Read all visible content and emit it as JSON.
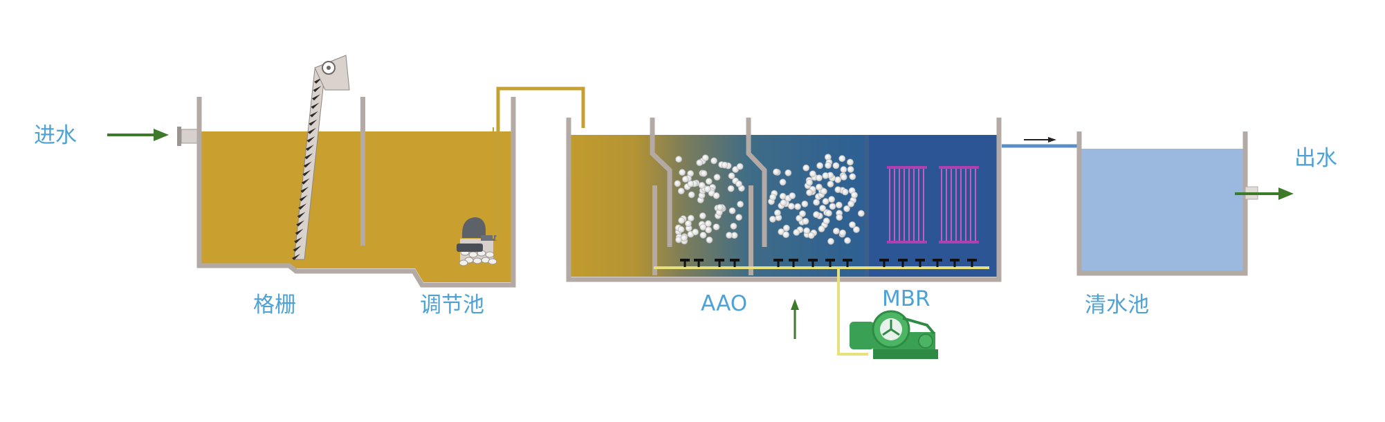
{
  "labels": {
    "inlet": "进水",
    "screen": "格栅",
    "equalization_tank": "调节池",
    "aao": "AAO",
    "mbr": "MBR",
    "clear_water_tank": "清水池",
    "outlet": "出水"
  },
  "colors": {
    "label_text": "#4ea2d6",
    "sewage": "#c9a02f",
    "aao_blue": "#2c5f94",
    "mbr_blue": "#2b5594",
    "clear_water": "#9bb8de",
    "tank_wall": "#b4aaa5",
    "arrow": "#3d7a2a",
    "air_pipe": "#e8e07a",
    "blower": "#3aa053",
    "membrane": "#b040b0"
  },
  "icons": [
    "inlet-arrow-icon",
    "outlet-arrow-icon",
    "flow-direction-arrow-icon",
    "air-up-arrow-icon",
    "blower-icon",
    "pump-icon",
    "bar-screen-icon",
    "membrane-module-icon",
    "diffuser-icon"
  ]
}
